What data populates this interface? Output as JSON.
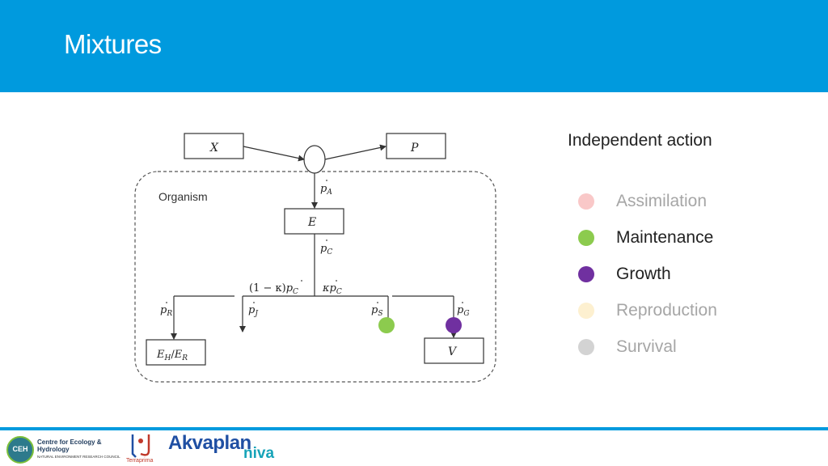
{
  "header": {
    "title": "Mixtures"
  },
  "diagram": {
    "organism_label": "Organism",
    "boxes": {
      "x": "X",
      "p": "P",
      "e": "E",
      "eh_er": "E",
      "v": "V"
    },
    "fluxes": {
      "pa": "p",
      "pc": "p",
      "split_left": "(1 − κ)",
      "split_right": "κ",
      "pr": "p",
      "pj": "p",
      "ps": "p",
      "pg": "p"
    },
    "subscripts": {
      "pa": "A",
      "pc": "C",
      "split_left": "C",
      "split_right": "C",
      "pr": "R",
      "pj": "J",
      "ps": "S",
      "pg": "G",
      "eh": "H",
      "er": "R"
    },
    "eh_er_separator": "/",
    "markers": [
      {
        "on": "ps",
        "color": "#8CCB4E"
      },
      {
        "on": "pg",
        "color": "#7030A0"
      }
    ]
  },
  "panel": {
    "title": "Independent action",
    "items": [
      {
        "label": "Assimilation",
        "dot_color": "#F9C8C8",
        "text_color": "#A6A6A6"
      },
      {
        "label": "Maintenance",
        "dot_color": "#8CCB4E",
        "text_color": "#222222"
      },
      {
        "label": "Growth",
        "dot_color": "#7030A0",
        "text_color": "#222222"
      },
      {
        "label": "Reproduction",
        "dot_color": "#FDF0D0",
        "text_color": "#A6A6A6"
      },
      {
        "label": "Survival",
        "dot_color": "#D3D3D3",
        "text_color": "#A6A6A6"
      }
    ]
  },
  "footer": {
    "ceh": {
      "logo_text": "CEH",
      "name": "Centre for Ecology & Hydrology",
      "sub": "NATURAL ENVIRONMENT RESEARCH COUNCIL"
    },
    "terraprima": "Terraprima",
    "akvaplan": {
      "part1": "Akvaplan",
      "part2": "niva"
    }
  }
}
